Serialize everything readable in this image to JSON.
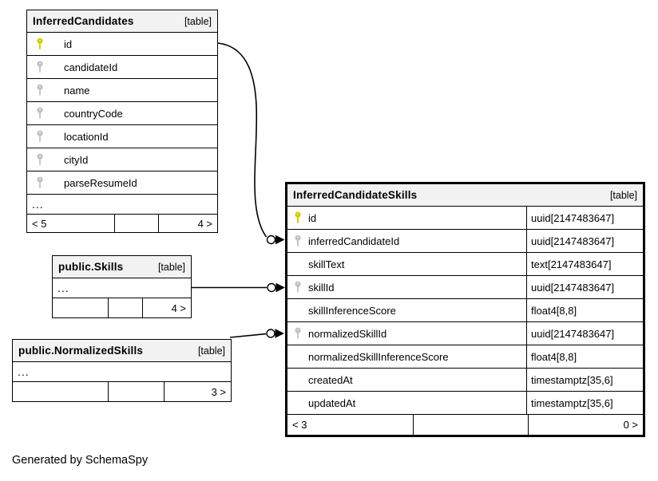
{
  "footer_note": "Generated by SchemaSpy",
  "colors": {
    "primary_key_icon": "#cdcd00",
    "foreign_key_icon": "#c2c2c2",
    "header_background": "#f2f2f2",
    "edge": "#000000"
  },
  "tables": {
    "inferred_candidates": {
      "title": "InferredCandidates",
      "tag": "[table]",
      "rows": [
        {
          "name": "id",
          "key": "primary"
        },
        {
          "name": "candidateId",
          "key": "foreign"
        },
        {
          "name": "name",
          "key": "foreign"
        },
        {
          "name": "countryCode",
          "key": "foreign"
        },
        {
          "name": "locationId",
          "key": "foreign"
        },
        {
          "name": "cityId",
          "key": "foreign"
        },
        {
          "name": "parseResumeId",
          "key": "foreign"
        }
      ],
      "ellipsis": "...",
      "pager": {
        "left": "< 5",
        "mid": "",
        "right": "4 >"
      }
    },
    "inferred_candidate_skills": {
      "title": "InferredCandidateSkills",
      "tag": "[table]",
      "rows": [
        {
          "name": "id",
          "key": "primary",
          "type": "uuid[2147483647]"
        },
        {
          "name": "inferredCandidateId",
          "key": "foreign",
          "type": "uuid[2147483647]"
        },
        {
          "name": "skillText",
          "key": "none",
          "type": "text[2147483647]"
        },
        {
          "name": "skillId",
          "key": "foreign",
          "type": "uuid[2147483647]"
        },
        {
          "name": "skillInferenceScore",
          "key": "none",
          "type": "float4[8,8]"
        },
        {
          "name": "normalizedSkillId",
          "key": "foreign",
          "type": "uuid[2147483647]"
        },
        {
          "name": "normalizedSkillInferenceScore",
          "key": "none",
          "type": "float4[8,8]"
        },
        {
          "name": "createdAt",
          "key": "none",
          "type": "timestamptz[35,6]"
        },
        {
          "name": "updatedAt",
          "key": "none",
          "type": "timestamptz[35,6]"
        }
      ],
      "pager": {
        "left": "< 3",
        "mid": "",
        "right": "0 >"
      }
    },
    "skills": {
      "title": "public.Skills",
      "tag": "[table]",
      "ellipsis": "...",
      "pager": {
        "left": "",
        "mid": "",
        "right": "4 >"
      }
    },
    "normalized_skills": {
      "title": "public.NormalizedSkills",
      "tag": "[table]",
      "ellipsis": "...",
      "pager": {
        "left": "",
        "mid": "",
        "right": "3 >"
      }
    }
  },
  "relationships": [
    {
      "from": "InferredCandidates.id",
      "to": "InferredCandidateSkills.inferredCandidateId"
    },
    {
      "from": "public.Skills",
      "to": "InferredCandidateSkills.skillId"
    },
    {
      "from": "public.NormalizedSkills",
      "to": "InferredCandidateSkills.normalizedSkillId"
    }
  ]
}
